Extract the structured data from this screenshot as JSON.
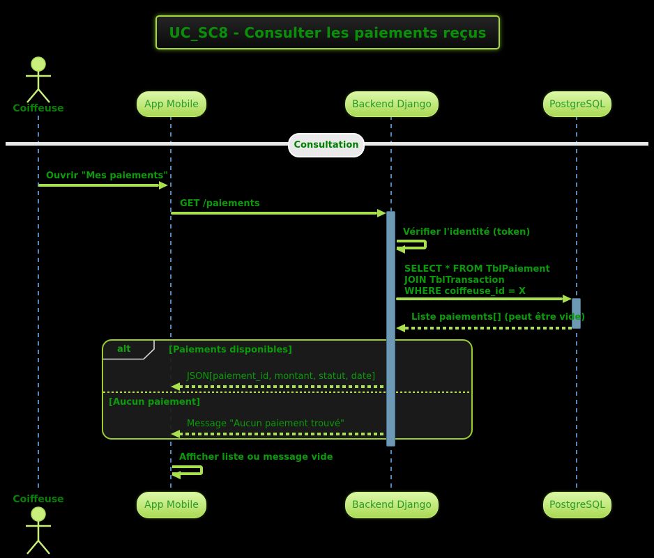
{
  "diagram": {
    "title": "UC_SC8 - Consulter les paiements reçus",
    "divider_label": "Consultation",
    "alt_frame": {
      "operator": "alt",
      "guard_available": "[Paiements disponibles]",
      "guard_empty": "[Aucun paiement]"
    }
  },
  "participants": {
    "actor": {
      "name": "Coiffeuse"
    },
    "app": {
      "name": "App Mobile"
    },
    "backend": {
      "name": "Backend Django"
    },
    "db": {
      "name": "PostgreSQL"
    }
  },
  "messages": {
    "open_payments": "Ouvrir \"Mes paiements\"",
    "get_paiements": "GET /paiements",
    "verify_token": "Vérifier l'identité (token)",
    "sql_query_lines": [
      "SELECT * FROM TblPaiement",
      "JOIN TblTransaction",
      "WHERE coiffeuse_id = X"
    ],
    "liste_paiements": "Liste paiements[] (peut être vide)",
    "json_response": "JSON[paiement_id, montant, statut, date]",
    "empty_message": "Message \"Aucun paiement trouvé\"",
    "display_list": "Afficher liste ou message vide"
  },
  "colors": {
    "background": "#000000",
    "arrow": "#a9e04d",
    "frame_border": "#9acd32",
    "message_text": "#0c9a0c",
    "lifeline": "#5389bb",
    "activation_fill": "#6d99b4",
    "participant_fill_top": "#dcf7a8",
    "participant_fill_bottom": "#a9da53",
    "participant_text": "#2b9c2b",
    "divider_fill": "#e9e9e9",
    "divider_text": "#008000"
  }
}
